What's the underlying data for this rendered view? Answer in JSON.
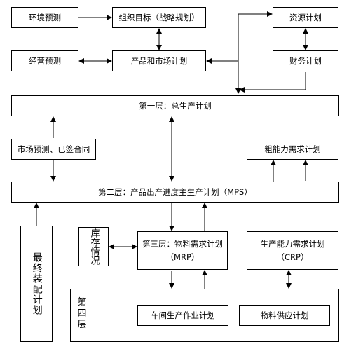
{
  "nodes": {
    "env_forecast": "环境预测",
    "org_goal": "组织目标（战略规划）",
    "resource_plan": "资源计划",
    "biz_forecast": "经营预测",
    "product_market": "产品和市场计划",
    "finance_plan": "财务计划",
    "layer1": "第一层：总生产计划",
    "market_forecast": "市场预测、已签合同",
    "rough_capacity": "粗能力需求计划",
    "layer2": "第二层：产品出产进度主生产计划（MPS）",
    "final_assembly": "最终装配计划",
    "inventory": "库存情况",
    "layer3_line1": "第三层：物料需求计划",
    "layer3_line2": "（MRP）",
    "capacity_line1": "生产能力需求计划",
    "capacity_line2": "（CRP）",
    "layer4_label": "第四层",
    "workshop": "车间生产作业计划",
    "material_supply": "物料供应计划"
  }
}
